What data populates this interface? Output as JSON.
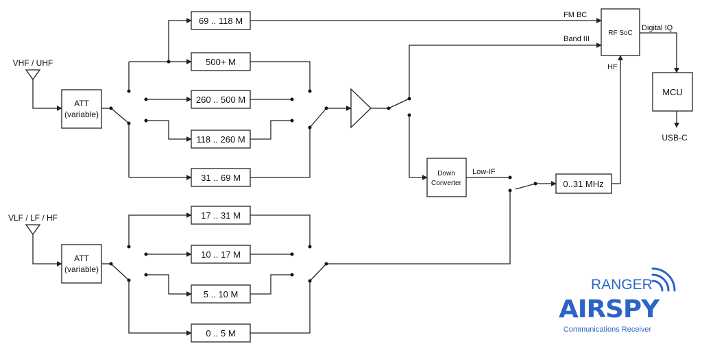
{
  "antennas": {
    "vhf_uhf": "VHF / UHF",
    "vlf_lf_hf": "VLF / LF / HF"
  },
  "attenuator": {
    "line1": "ATT",
    "line2": "(variable)"
  },
  "upper_filters": [
    "69 .. 118 M",
    "500+ M",
    "260 .. 500 M",
    "118 .. 260 M",
    "31 .. 69 M"
  ],
  "lower_filters": [
    "17 .. 31 M",
    "10 .. 17 M",
    "5 .. 10 M",
    "0 .. 5 M"
  ],
  "down_converter": {
    "line1": "Down",
    "line2": "Converter"
  },
  "lowpass": "0..31 MHz",
  "rf_soc": "RF SoC",
  "mcu": "MCU",
  "signals": {
    "fm_bc": "FM BC",
    "band_iii": "Band III",
    "hf": "HF",
    "digital_iq": "Digital IQ",
    "low_if": "Low-IF",
    "usb_c": "USB-C"
  },
  "logo": {
    "ranger": "RANGER",
    "brand": "AIRSPY",
    "subtitle": "Communications Receiver",
    "color": "#2c64c4"
  }
}
